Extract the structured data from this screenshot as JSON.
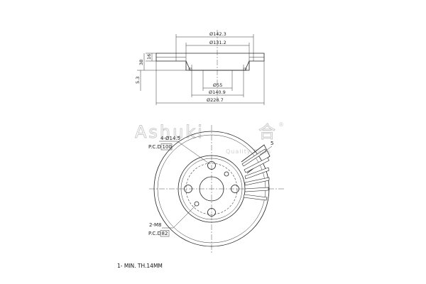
{
  "watermark": {
    "brand": "Ashuki",
    "glyph": "合",
    "registered": "®",
    "tagline": "Quality Parts"
  },
  "side_view": {
    "dims": {
      "d1": "Ø142.3",
      "d2": "Ø131.2",
      "d3": "Ø55",
      "d4": "Ø140.9",
      "d5": "Ø228.7",
      "h1": "16",
      "h2": "38",
      "h3": "5.3"
    }
  },
  "front_view": {
    "bolt_holes_label": "4-Ø14.5",
    "bolt_pcd_prefix": "P.C.D",
    "bolt_pcd_value": "100",
    "thread_label": "2-M8",
    "thread_pcd_prefix": "P.C.D",
    "thread_pcd_value": "82",
    "vent_callout": "5"
  },
  "footnote": "1- MIN. TH.14MM"
}
